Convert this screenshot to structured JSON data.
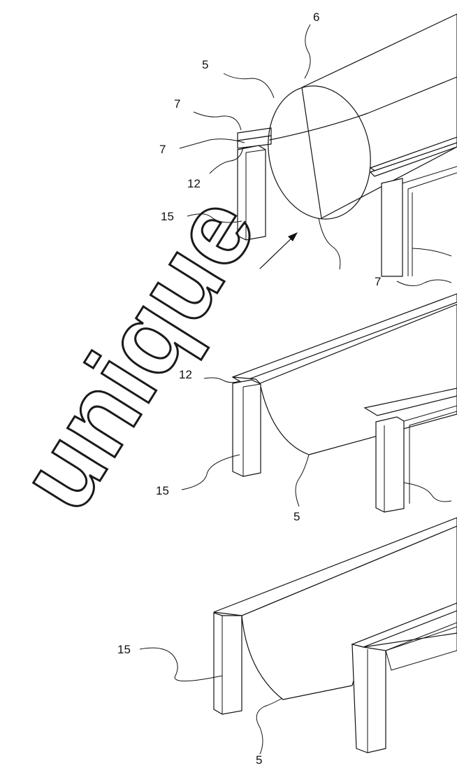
{
  "figures": [
    {
      "id": "top",
      "labels": {
        "a": "6",
        "b": "5",
        "c": "7",
        "d": "7",
        "e": "12",
        "f": "15",
        "g": "7"
      }
    },
    {
      "id": "middle",
      "labels": {
        "a": "12",
        "b": "15",
        "c": "5"
      }
    },
    {
      "id": "bottom",
      "labels": {
        "a": "15",
        "b": "5"
      }
    }
  ],
  "watermark": "unique",
  "colors": {
    "ink": "#111111",
    "background": "#ffffff",
    "texture": "#222222"
  }
}
